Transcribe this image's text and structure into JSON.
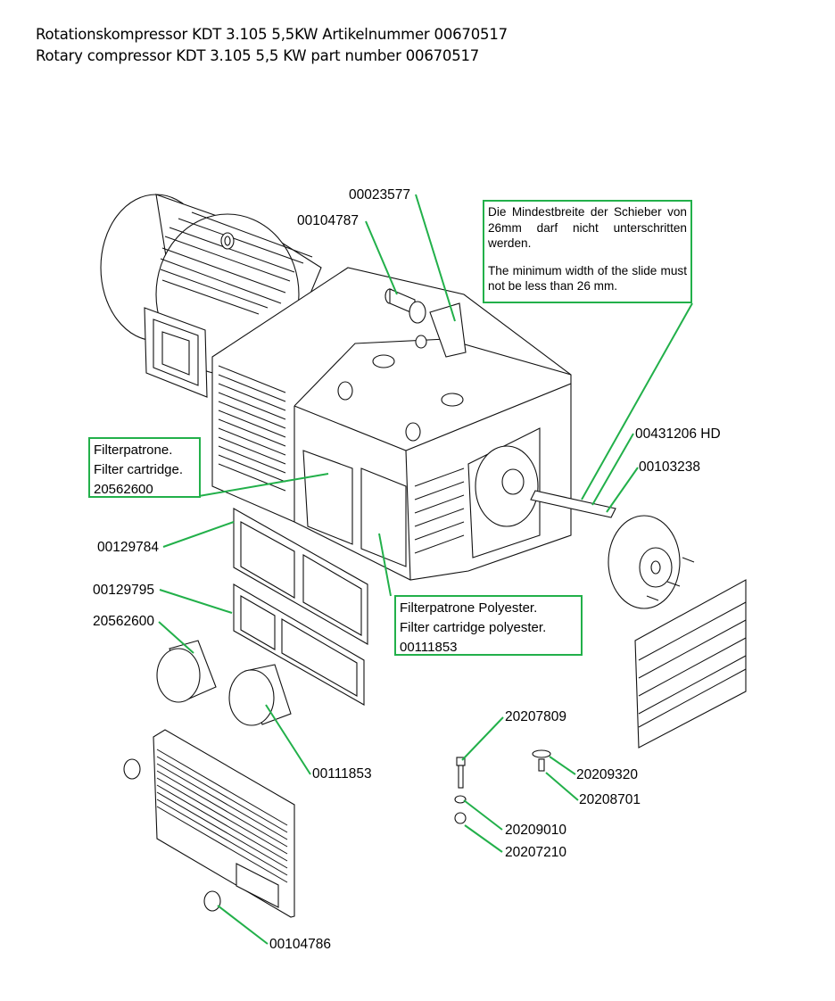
{
  "title": {
    "line_de": "Rotationskompressor KDT 3.105 5,5KW Artikelnummer 00670517",
    "line_en": "Rotary compressor KDT 3.105 5,5 KW part number 00670517"
  },
  "note": {
    "de": "Die Mindestbreite der Schieber von 26mm darf nicht unterschritten werden.",
    "en": "The minimum width of the slide must not be less than 26 mm."
  },
  "boxes": {
    "filter_cartridge": {
      "de": "Filterpatrone.",
      "en": "Filter cartridge.",
      "part": "20562600"
    },
    "filter_polyester": {
      "de": "Filterpatrone Polyester.",
      "en": "Filter cartridge polyester.",
      "part": "00111853"
    }
  },
  "labels": {
    "p00023577": "00023577",
    "p00104787": "00104787",
    "p00431206": "00431206 HD",
    "p00103238": "00103238",
    "p00129784": "00129784",
    "p00129795": "00129795",
    "p20562600": "20562600",
    "p00111853": "00111853",
    "p20207809": "20207809",
    "p20209320": "20209320",
    "p20208701": "20208701",
    "p20209010": "20209010",
    "p20207210": "20207210",
    "p00104786": "00104786"
  },
  "colors": {
    "leader": "#22b04a",
    "line": "#111111"
  }
}
